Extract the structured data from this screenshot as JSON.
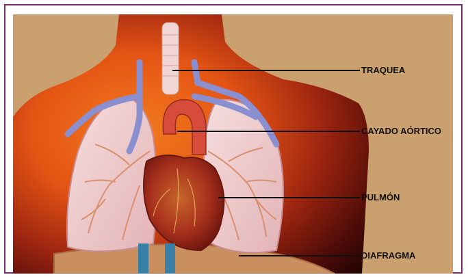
{
  "colors": {
    "frame_border": "#7a2a6a",
    "background_tan": "#c9a06e",
    "body_dark": "#2a0706",
    "body_orange": "#f06a12",
    "lung_pink": "#f0cfcf",
    "heart_red": "#b8321e",
    "vein_blue": "#8a8fd0",
    "aorta_red": "#d64b3a"
  },
  "labels": {
    "trachea": "TRAQUEA",
    "aortic_arch": "CAYADO AÓRTICO",
    "lung": "PULMÓN",
    "diaphragm": "DIAFRAGMA"
  }
}
